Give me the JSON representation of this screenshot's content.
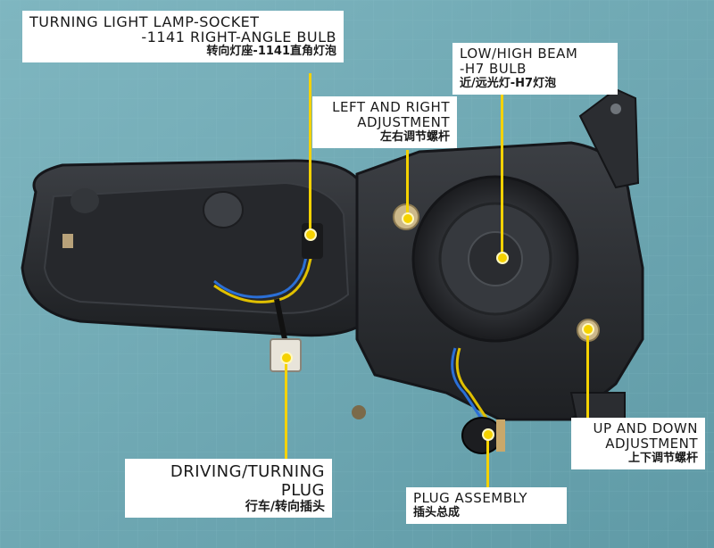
{
  "labels": {
    "turning": {
      "line1": "TURNING  LIGHT LAMP-SOCKET",
      "line2": "-1141 RIGHT-ANGLE BULB",
      "cn": "转向灯座-1141直角灯泡"
    },
    "beam": {
      "line1": "LOW/HIGH BEAM",
      "line2": "-H7 BULB",
      "cn": "近/远光灯-H7灯泡"
    },
    "left_right": {
      "line1": "LEFT AND RIGHT",
      "line2": "ADJUSTMENT",
      "cn": "左右调节螺杆"
    },
    "up_down": {
      "line1": "UP AND DOWN",
      "line2": "ADJUSTMENT",
      "cn": "上下调节螺杆"
    },
    "driving": {
      "line1": "DRIVING/TURNING",
      "line2": "PLUG",
      "cn": "行车/转向插头"
    },
    "plug_assembly": {
      "line1": "PLUG ASSEMBLY",
      "cn": "插头总成"
    }
  },
  "colors": {
    "background": "#6fa9b4",
    "housing": "#2a2c30",
    "leader": "#f5d200"
  }
}
